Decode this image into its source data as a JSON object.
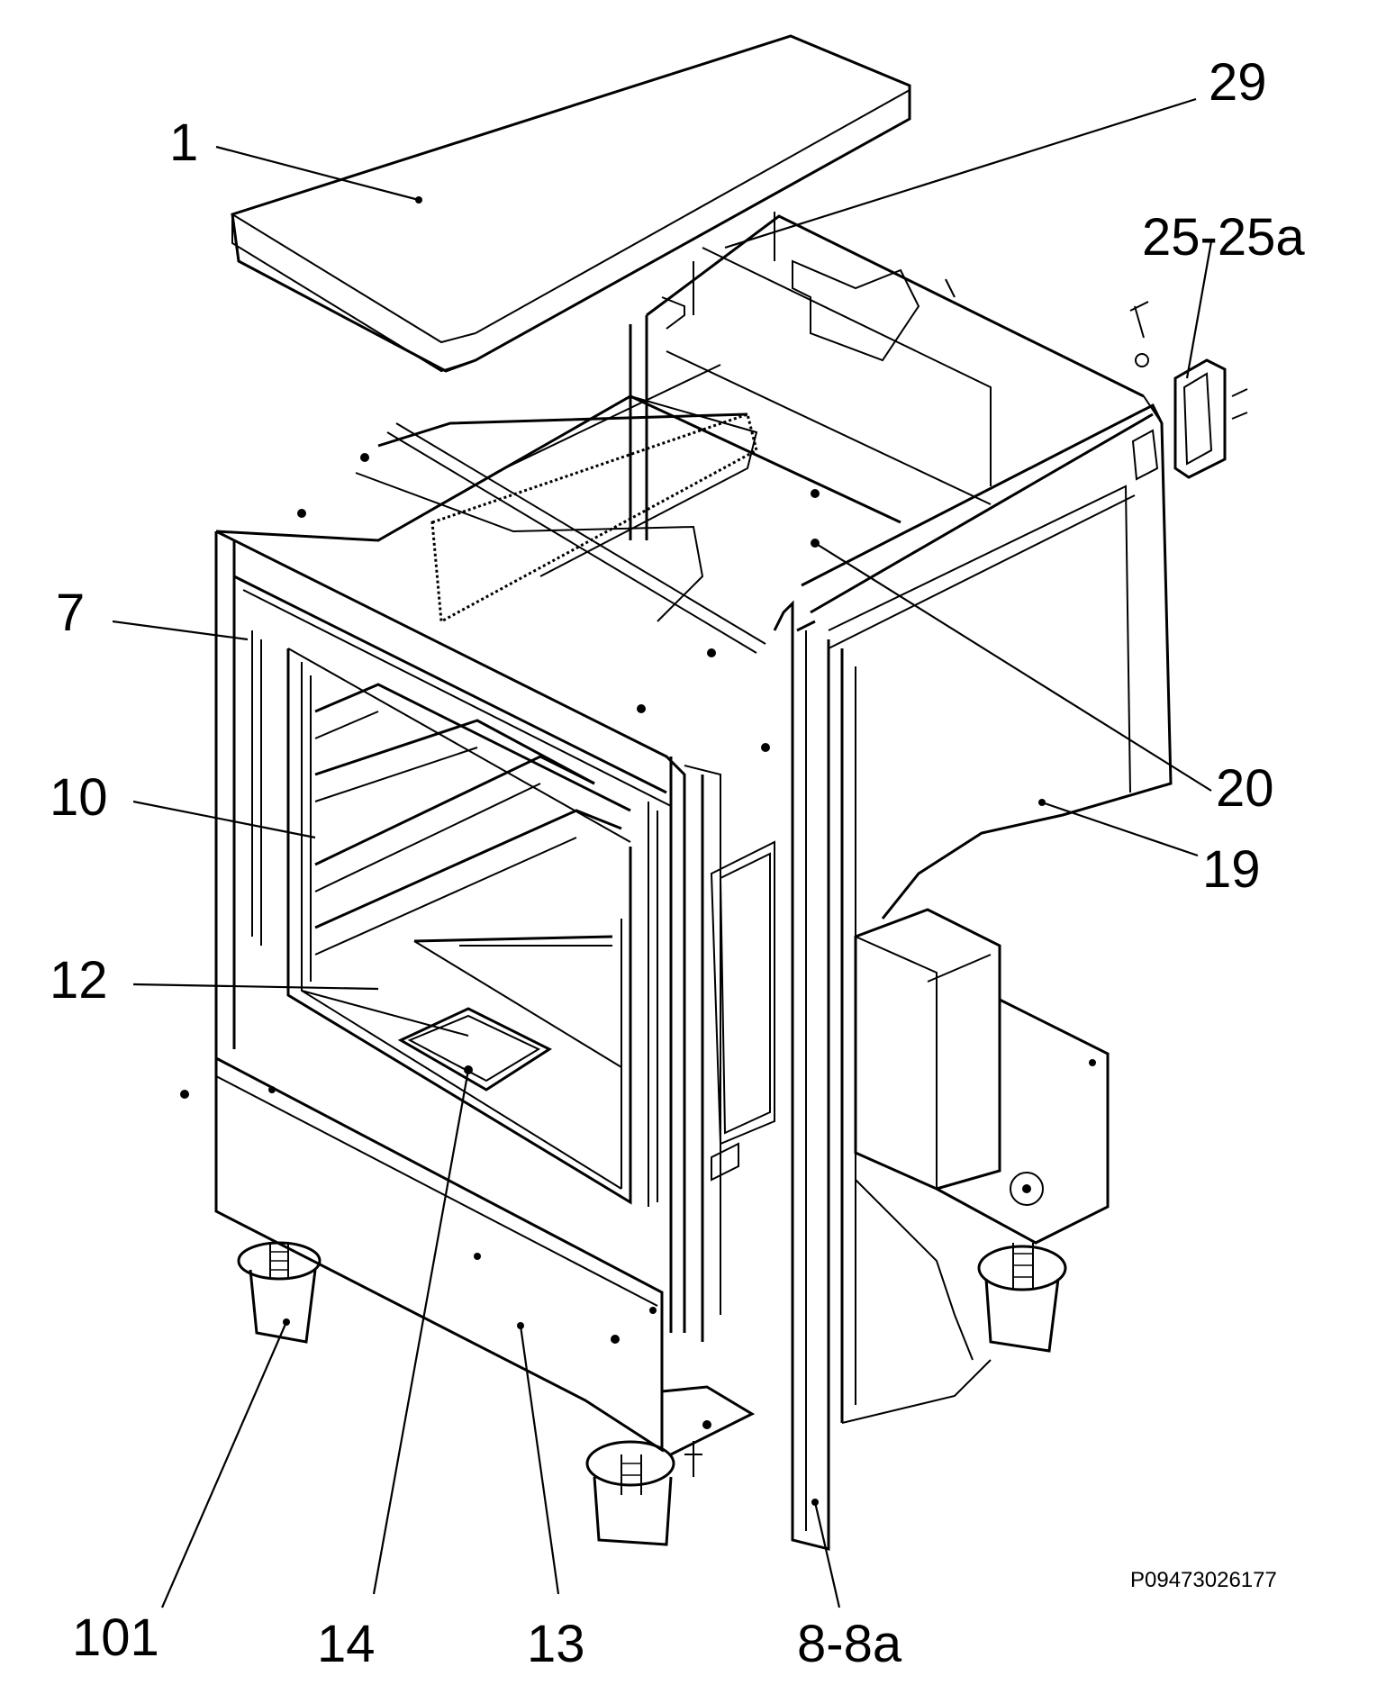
{
  "figure": {
    "drawing_code": "P09473026177",
    "callouts": [
      {
        "id": "1",
        "text": "1"
      },
      {
        "id": "29",
        "text": "29"
      },
      {
        "id": "25-25a",
        "text": "25-25a"
      },
      {
        "id": "7",
        "text": "7"
      },
      {
        "id": "10",
        "text": "10"
      },
      {
        "id": "12",
        "text": "12"
      },
      {
        "id": "20",
        "text": "20"
      },
      {
        "id": "19",
        "text": "19"
      },
      {
        "id": "101",
        "text": "101"
      },
      {
        "id": "14",
        "text": "14"
      },
      {
        "id": "13",
        "text": "13"
      },
      {
        "id": "8-8a",
        "text": "8-8a"
      }
    ]
  }
}
